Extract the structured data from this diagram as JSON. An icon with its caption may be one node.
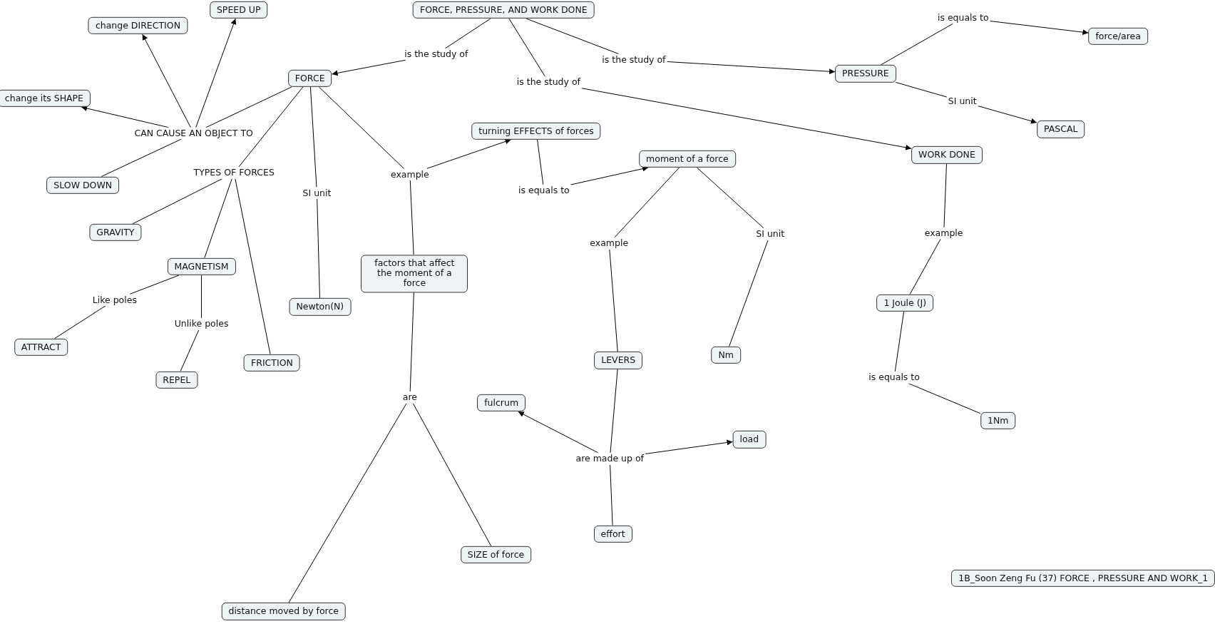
{
  "diagram": {
    "nodes": [
      {
        "text": [
          "FORCE, PRESSURE, AND WORK DONE"
        ]
      },
      {
        "text": [
          "is the study of"
        ]
      },
      {
        "text": [
          "FORCE"
        ]
      },
      {
        "text": [
          "is the study of"
        ]
      },
      {
        "text": [
          "PRESSURE"
        ]
      },
      {
        "text": [
          "is the study of"
        ]
      },
      {
        "text": [
          "WORK DONE"
        ]
      },
      {
        "text": [
          "is equals to"
        ]
      },
      {
        "text": [
          "force/area"
        ]
      },
      {
        "text": [
          "SI unit"
        ]
      },
      {
        "text": [
          "PASCAL"
        ]
      },
      {
        "text": [
          "CAN CAUSE AN OBJECT TO"
        ]
      },
      {
        "text": [
          "change DIRECTION"
        ]
      },
      {
        "text": [
          "SPEED UP"
        ]
      },
      {
        "text": [
          "change its SHAPE"
        ]
      },
      {
        "text": [
          "SLOW DOWN"
        ]
      },
      {
        "text": [
          "TYPES OF FORCES"
        ]
      },
      {
        "text": [
          "GRAVITY"
        ]
      },
      {
        "text": [
          "MAGNETISM"
        ]
      },
      {
        "text": [
          "FRICTION"
        ]
      },
      {
        "text": [
          "Like poles"
        ]
      },
      {
        "text": [
          "ATTRACT"
        ]
      },
      {
        "text": [
          "Unlike poles"
        ]
      },
      {
        "text": [
          "REPEL"
        ]
      },
      {
        "text": [
          "SI unit"
        ]
      },
      {
        "text": [
          "Newton(N)"
        ]
      },
      {
        "text": [
          "example"
        ]
      },
      {
        "text": [
          "turning EFFECTS of forces"
        ]
      },
      {
        "text": [
          "factors that affect the moment of a force"
        ]
      },
      {
        "text": [
          "is equals to"
        ]
      },
      {
        "text": [
          "moment of a force"
        ]
      },
      {
        "text": [
          "are"
        ]
      },
      {
        "text": [
          "distance moved by force"
        ]
      },
      {
        "text": [
          "SIZE of force"
        ]
      },
      {
        "text": [
          "example"
        ]
      },
      {
        "text": [
          "SI unit"
        ]
      },
      {
        "text": [
          "LEVERS"
        ]
      },
      {
        "text": [
          "Nm"
        ]
      },
      {
        "text": [
          "are made up of"
        ]
      },
      {
        "text": [
          "fulcrum"
        ]
      },
      {
        "text": [
          "load"
        ]
      },
      {
        "text": [
          "effort"
        ]
      },
      {
        "text": [
          "example"
        ]
      },
      {
        "text": [
          "1 Joule (J)"
        ]
      },
      {
        "text": [
          "is equals to"
        ]
      },
      {
        "text": [
          "1Nm"
        ]
      },
      {
        "text": [
          "1B_Soon Zeng Fu (37) FORCE , PRESSURE AND WORK_1"
        ]
      }
    ],
    "edges": [
      {
        "from": 0,
        "to": 1,
        "arrow": "none"
      },
      {
        "from": 1,
        "to": 2,
        "arrow": "to"
      },
      {
        "from": 0,
        "to": 3,
        "arrow": "none"
      },
      {
        "from": 3,
        "to": 4,
        "arrow": "to"
      },
      {
        "from": 0,
        "to": 5,
        "arrow": "none"
      },
      {
        "from": 5,
        "to": 6,
        "arrow": "to"
      },
      {
        "from": 4,
        "to": 7,
        "arrow": "none"
      },
      {
        "from": 7,
        "to": 8,
        "arrow": "to"
      },
      {
        "from": 4,
        "to": 9,
        "arrow": "none"
      },
      {
        "from": 9,
        "to": 10,
        "arrow": "to"
      },
      {
        "from": 2,
        "to": 11,
        "arrow": "none"
      },
      {
        "from": 11,
        "to": 12,
        "arrow": "to"
      },
      {
        "from": 11,
        "to": 13,
        "arrow": "to"
      },
      {
        "from": 11,
        "to": 14,
        "arrow": "to"
      },
      {
        "from": 11,
        "to": 15,
        "arrow": "none"
      },
      {
        "from": 2,
        "to": 16,
        "arrow": "none"
      },
      {
        "from": 16,
        "to": 17,
        "arrow": "none"
      },
      {
        "from": 16,
        "to": 18,
        "arrow": "none"
      },
      {
        "from": 16,
        "to": 19,
        "arrow": "none"
      },
      {
        "from": 18,
        "to": 20,
        "arrow": "none"
      },
      {
        "from": 20,
        "to": 21,
        "arrow": "none"
      },
      {
        "from": 18,
        "to": 22,
        "arrow": "none"
      },
      {
        "from": 22,
        "to": 23,
        "arrow": "none"
      },
      {
        "from": 2,
        "to": 24,
        "arrow": "none"
      },
      {
        "from": 24,
        "to": 25,
        "arrow": "none"
      },
      {
        "from": 2,
        "to": 26,
        "arrow": "none"
      },
      {
        "from": 26,
        "to": 27,
        "arrow": "to"
      },
      {
        "from": 26,
        "to": 28,
        "arrow": "none"
      },
      {
        "from": 27,
        "to": 29,
        "arrow": "none"
      },
      {
        "from": 29,
        "to": 30,
        "arrow": "to"
      },
      {
        "from": 28,
        "to": 31,
        "arrow": "none"
      },
      {
        "from": 31,
        "to": 32,
        "arrow": "none"
      },
      {
        "from": 31,
        "to": 33,
        "arrow": "none"
      },
      {
        "from": 30,
        "to": 34,
        "arrow": "none"
      },
      {
        "from": 34,
        "to": 36,
        "arrow": "none"
      },
      {
        "from": 30,
        "to": 35,
        "arrow": "none"
      },
      {
        "from": 35,
        "to": 37,
        "arrow": "none"
      },
      {
        "from": 36,
        "to": 38,
        "arrow": "none"
      },
      {
        "from": 38,
        "to": 39,
        "arrow": "to"
      },
      {
        "from": 38,
        "to": 40,
        "arrow": "to"
      },
      {
        "from": 38,
        "to": 41,
        "arrow": "none"
      },
      {
        "from": 6,
        "to": 42,
        "arrow": "none"
      },
      {
        "from": 42,
        "to": 43,
        "arrow": "none"
      },
      {
        "from": 43,
        "to": 44,
        "arrow": "none"
      },
      {
        "from": 44,
        "to": 45,
        "arrow": "none"
      }
    ]
  }
}
